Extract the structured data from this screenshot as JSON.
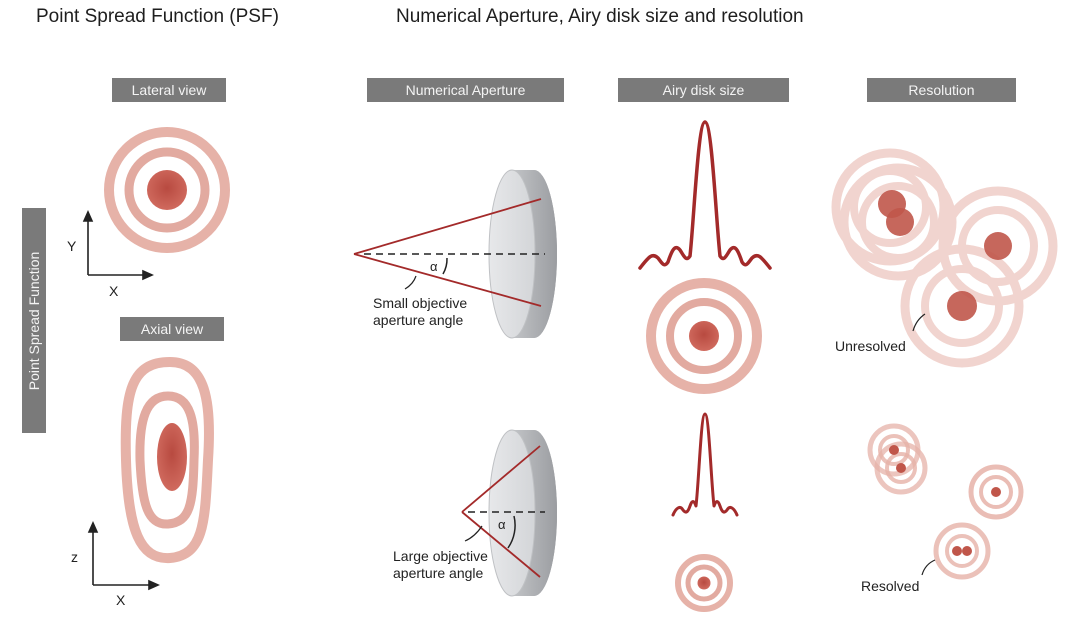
{
  "titles": {
    "psf": "Point Spread Function (PSF)",
    "na": "Numerical Aperture, Airy disk size and resolution"
  },
  "headers": {
    "lateral_view": "Lateral view",
    "axial_view": "Axial view",
    "numerical_aperture": "Numerical Aperture",
    "airy_disk_size": "Airy disk size",
    "resolution": "Resolution"
  },
  "side_label": "Point Spread Function",
  "axes": {
    "lateral_y": "Y",
    "lateral_x": "X",
    "axial_z": "z",
    "axial_x": "X"
  },
  "aperture": {
    "alpha": "α",
    "small_line1": "Small objective",
    "small_line2": "aperture angle",
    "large_line1": "Large objective",
    "large_line2": "aperture angle"
  },
  "resolution": {
    "unresolved": "Unresolved",
    "resolved": "Resolved"
  },
  "colors": {
    "ring": "#e2aaa0",
    "core": "#c0564a",
    "curve": "#a32a2a",
    "header_bg": "#7a7a7a",
    "lens": "#d0d2d5"
  }
}
